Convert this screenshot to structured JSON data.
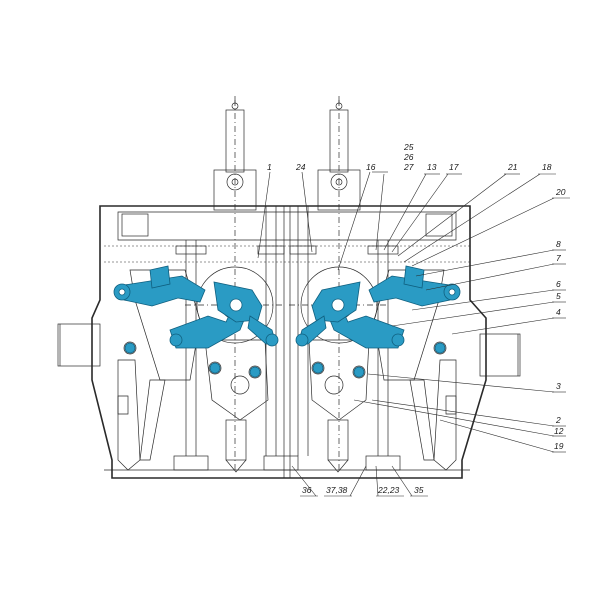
{
  "colors": {
    "highlight": "#2a9bc4",
    "highlight_edge": "#0f5f7f",
    "line": "#2a2a2a",
    "background": "#ffffff"
  },
  "labels": {
    "l1": "1",
    "l24": "24",
    "l16": "16",
    "l25": "25",
    "l26": "26",
    "l27": "27",
    "l13": "13",
    "l17": "17",
    "l21": "21",
    "l18": "18",
    "l20": "20",
    "l8": "8",
    "l7": "7",
    "l6": "6",
    "l5": "5",
    "l4": "4",
    "l3": "3",
    "l2": "2",
    "l12": "12",
    "l19": "19",
    "l36": "36",
    "l3738": "37,38",
    "l2223": "22,23",
    "l35": "35"
  }
}
